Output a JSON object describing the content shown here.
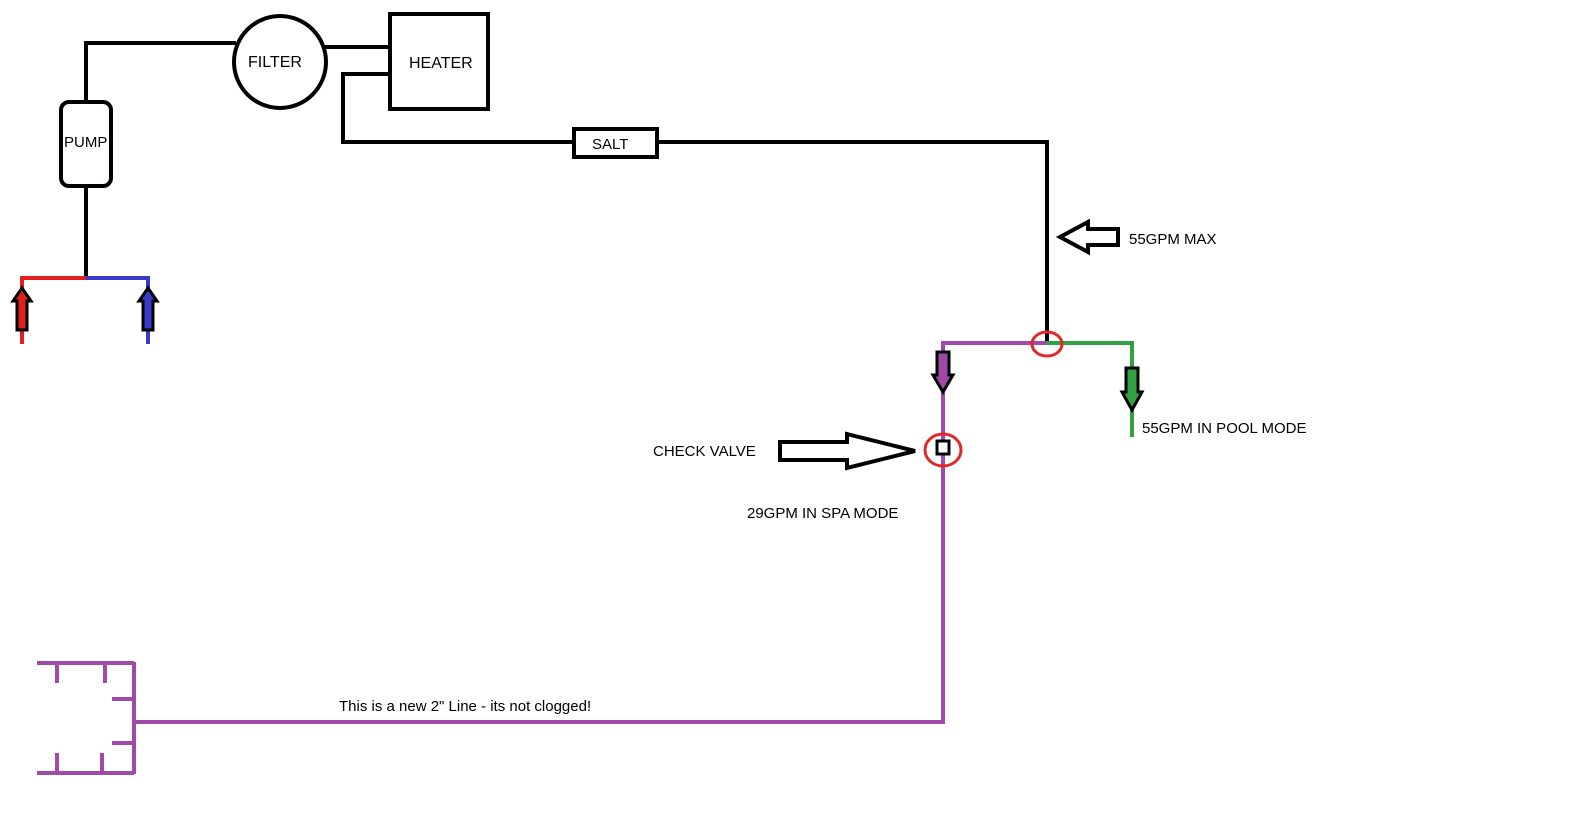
{
  "components": {
    "filter": "FILTER",
    "heater": "HEATER",
    "pump": "PUMP",
    "salt": "SALT"
  },
  "annotations": {
    "max_flow": "55GPM MAX",
    "pool_mode": "55GPM IN POOL MODE",
    "check_valve": "CHECK VALVE",
    "spa_mode": "29GPM IN SPA MODE",
    "new_line": "This is a new 2\" Line - its not clogged!"
  },
  "colors": {
    "pipe": "#000000",
    "suction_left": "#e02020",
    "suction_right": "#3a3ac8",
    "spa_line": "#a04aa8",
    "pool_line": "#30a040",
    "marker": "#e02828"
  }
}
